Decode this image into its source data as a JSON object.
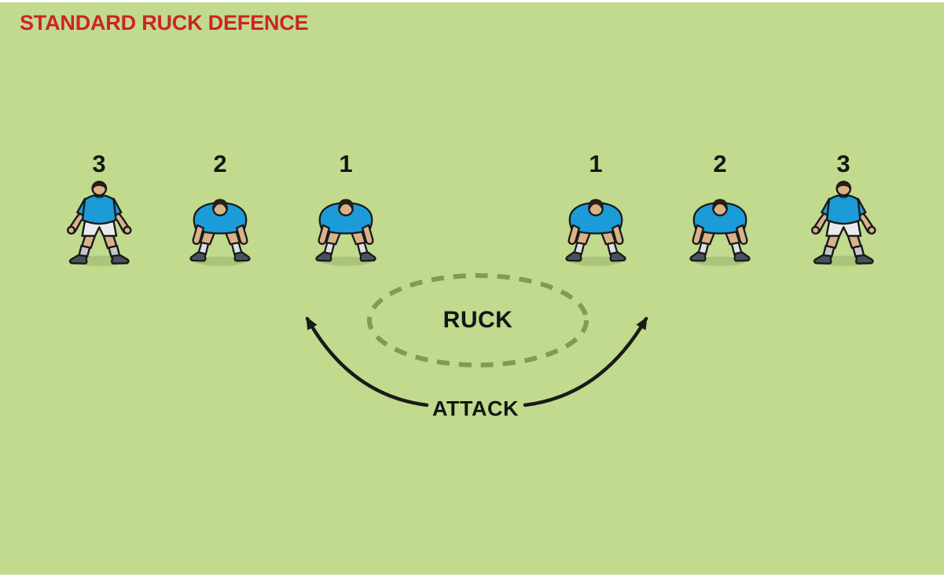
{
  "title": {
    "text": "STANDARD RUCK DEFENCE",
    "color": "#cc2428"
  },
  "colors": {
    "background": "#c1da8e",
    "title_red": "#cc2428",
    "shirt_blue": "#1b9cd8",
    "ruck_dash_green": "#7d9e4e",
    "ink_black": "#1a1a1a",
    "player_shadow_green": "#aac47c",
    "skin_tan": "#d9b288",
    "sock_grey": "#c3c7cb",
    "shoe_slate": "#49525c"
  },
  "players": [
    {
      "number": "3",
      "side": "left",
      "pose": "upright",
      "pose_ref": "#pose-upright"
    },
    {
      "number": "2",
      "side": "left",
      "pose": "crouched",
      "pose_ref": "#pose-crouched"
    },
    {
      "number": "1",
      "side": "left",
      "pose": "crouched",
      "pose_ref": "#pose-crouched"
    },
    {
      "number": "1",
      "side": "right",
      "pose": "crouched",
      "pose_ref": "#pose-crouched"
    },
    {
      "number": "2",
      "side": "right",
      "pose": "crouched",
      "pose_ref": "#pose-crouched"
    },
    {
      "number": "3",
      "side": "right",
      "pose": "upright",
      "pose_ref": "#pose-upright"
    }
  ],
  "ruck": {
    "label": "RUCK"
  },
  "attack": {
    "label": "ATTACK"
  }
}
